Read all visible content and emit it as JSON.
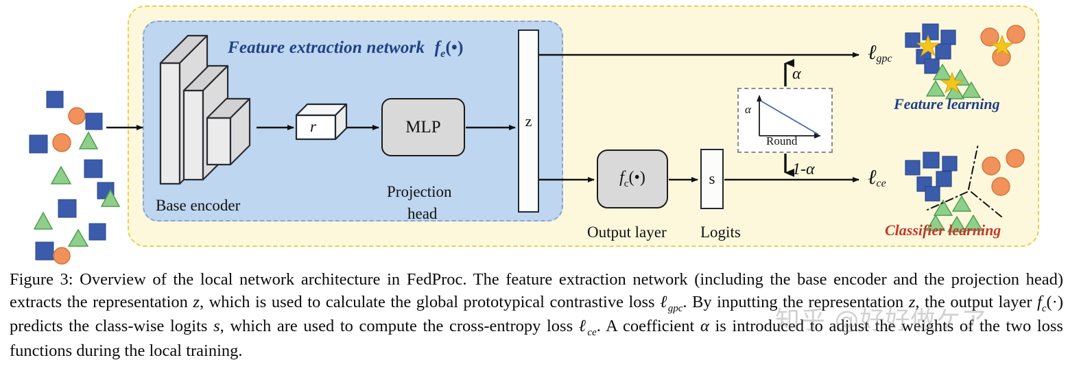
{
  "figure": {
    "number": "Figure 3",
    "caption_text": "Figure 3: Overview of the local network architecture in FedProc. The feature extraction network (including the base encoder and the projection head) extracts the representation z, which is used to calculate the global prototypical contrastive loss ℓgpc. By inputting the representation z, the output layer fc(·) predicts the class-wise logits s, which are used to compute the cross-entropy loss ℓce. A coefficient α is introduced to adjust the weights of the two loss functions during the local training."
  },
  "diagram": {
    "inner_region_title": "Feature extraction network",
    "inner_region_title_fn": "f",
    "inner_region_title_sub": "e",
    "inner_region_title_arg": "(•)",
    "blocks": {
      "base_encoder_label": "Base encoder",
      "r_label": "r",
      "mlp_label": "MLP",
      "projection_head_label_line1": "Projection",
      "projection_head_label_line2": "head",
      "z_label": "z",
      "fc_fn": "f",
      "fc_sub": "c",
      "fc_arg": "(•)",
      "output_layer_label": "Output layer",
      "s_label": "s",
      "logits_label": "Logits"
    },
    "alpha_chart": {
      "y_axis_label": "α",
      "x_axis_label": "Round",
      "description": "alpha decreases linearly with round"
    },
    "weights": {
      "upper_branch_weight": "α",
      "lower_branch_weight": "1-α"
    },
    "losses": {
      "gpc_symbol": "ℓ",
      "gpc_sub": "gpc",
      "ce_symbol": "ℓ",
      "ce_sub": "ce"
    },
    "right_panels": {
      "feature_learning_label": "Feature learning",
      "classifier_learning_label": "Classifier learning"
    }
  },
  "colors": {
    "outer_region_fill": "#fdf8dc",
    "outer_region_border": "#e8d14a",
    "inner_region_fill": "#bed6ef",
    "inner_region_border": "#8ba4cb",
    "title_blue": "#1f3f85",
    "classifier_red": "#c0392b",
    "square_blue": "#3b5bab",
    "circle_orange": "#f0925a",
    "triangle_green": "#79c47a",
    "star_gold": "#f5c518",
    "box_gray": "#d9d9d9"
  },
  "watermark": {
    "text": "知乎 @好好做ケア"
  },
  "input_points": {
    "squares": [
      [
        38,
        15
      ],
      [
        95,
        46
      ],
      [
        13,
        75
      ],
      [
        93,
        112
      ],
      [
        55,
        170
      ],
      [
        112,
        144
      ],
      [
        22,
        232
      ],
      [
        100,
        255
      ]
    ],
    "circles": [
      [
        70,
        40
      ],
      [
        48,
        78
      ],
      [
        78,
        262
      ]
    ],
    "triangles": [
      [
        87,
        75
      ],
      [
        48,
        125
      ],
      [
        120,
        165
      ],
      [
        20,
        190
      ],
      [
        72,
        215
      ]
    ]
  },
  "feature_cluster": {
    "blue_squares": [
      [
        20,
        20
      ],
      [
        48,
        5
      ],
      [
        72,
        14
      ],
      [
        35,
        44
      ],
      [
        62,
        38
      ],
      [
        47,
        62
      ]
    ],
    "blue_star": [
      [
        42,
        30
      ]
    ],
    "orange_circles": [
      [
        150,
        18
      ],
      [
        186,
        12
      ],
      [
        165,
        48
      ]
    ],
    "orange_star": [
      [
        163,
        32
      ]
    ],
    "green_triangles": [
      [
        82,
        95
      ],
      [
        110,
        88
      ],
      [
        70,
        118
      ],
      [
        100,
        120
      ],
      [
        122,
        110
      ]
    ],
    "green_star": [
      [
        95,
        108
      ]
    ]
  },
  "classifier_cluster": {
    "blue_squares": [
      [
        18,
        18
      ],
      [
        48,
        6
      ],
      [
        74,
        12
      ],
      [
        34,
        44
      ],
      [
        63,
        38
      ],
      [
        46,
        62
      ]
    ],
    "orange_circles": [
      [
        150,
        22
      ],
      [
        186,
        10
      ],
      [
        162,
        50
      ]
    ],
    "green_triangles": [
      [
        78,
        112
      ],
      [
        108,
        106
      ],
      [
        66,
        138
      ],
      [
        98,
        140
      ],
      [
        124,
        136
      ]
    ]
  }
}
